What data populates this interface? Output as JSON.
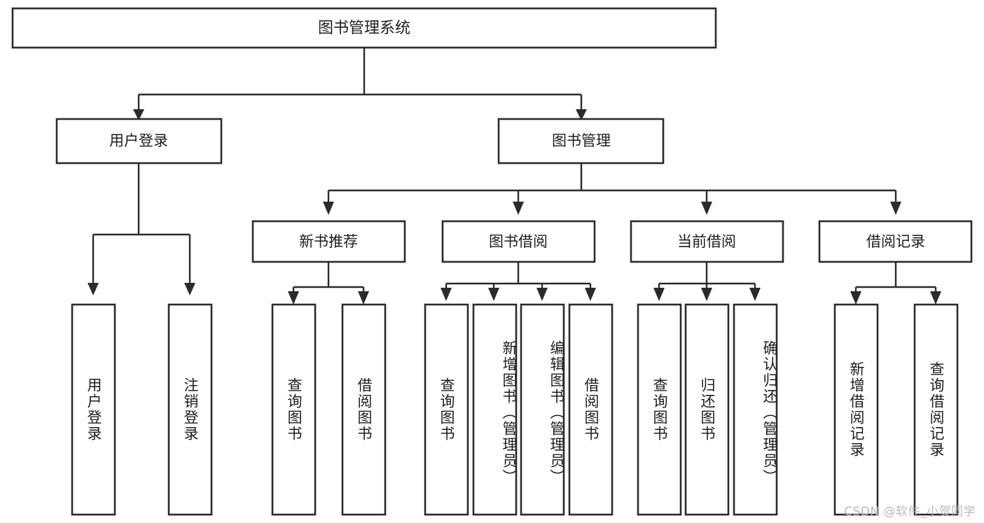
{
  "diagram": {
    "type": "tree-hierarchy-chart",
    "title": "图书管理系统",
    "colors": {
      "box_stroke": "#2b2b2b",
      "box_fill": "#ffffff",
      "connector": "#2b2b2b",
      "text": "#1d1d1d",
      "background": "#ffffff",
      "watermark": "#b9b9b9"
    },
    "root": {
      "label": "图书管理系统"
    },
    "level2": [
      {
        "id": "user-login",
        "label": "用户登录"
      },
      {
        "id": "book-management",
        "label": "图书管理"
      }
    ],
    "level3": [
      {
        "id": "new-book-recommend",
        "label": "新书推荐",
        "parent": "book-management"
      },
      {
        "id": "book-borrow",
        "label": "图书借阅",
        "parent": "book-management"
      },
      {
        "id": "current-borrow",
        "label": "当前借阅",
        "parent": "book-management"
      },
      {
        "id": "borrow-record",
        "label": "借阅记录",
        "parent": "book-management"
      }
    ],
    "leaves": [
      {
        "id": "leaf-user-login",
        "label": "用户登录",
        "parent": "user-login"
      },
      {
        "id": "leaf-logout-login",
        "label": "注销登录",
        "parent": "user-login"
      },
      {
        "id": "leaf-query-book-1",
        "label": "查询图书",
        "parent": "new-book-recommend"
      },
      {
        "id": "leaf-borrow-book-1",
        "label": "借阅图书",
        "parent": "new-book-recommend"
      },
      {
        "id": "leaf-query-book-2",
        "label": "查询图书",
        "parent": "book-borrow"
      },
      {
        "id": "leaf-add-book-admin",
        "label": "新增图书（管理员）",
        "parent": "book-borrow"
      },
      {
        "id": "leaf-edit-book-admin",
        "label": "编辑图书（管理员）",
        "parent": "book-borrow"
      },
      {
        "id": "leaf-borrow-book-2",
        "label": "借阅图书",
        "parent": "book-borrow"
      },
      {
        "id": "leaf-query-book-3",
        "label": "查询图书",
        "parent": "current-borrow"
      },
      {
        "id": "leaf-return-book",
        "label": "归还图书",
        "parent": "current-borrow"
      },
      {
        "id": "leaf-confirm-return-admin",
        "label": "确认归还（管理员）",
        "parent": "current-borrow"
      },
      {
        "id": "leaf-add-borrow-record",
        "label": "新增借阅记录",
        "parent": "borrow-record"
      },
      {
        "id": "leaf-query-borrow-record",
        "label": "查询借阅记录",
        "parent": "borrow-record"
      }
    ],
    "watermark": "CSDN @软件_小贺同学"
  }
}
